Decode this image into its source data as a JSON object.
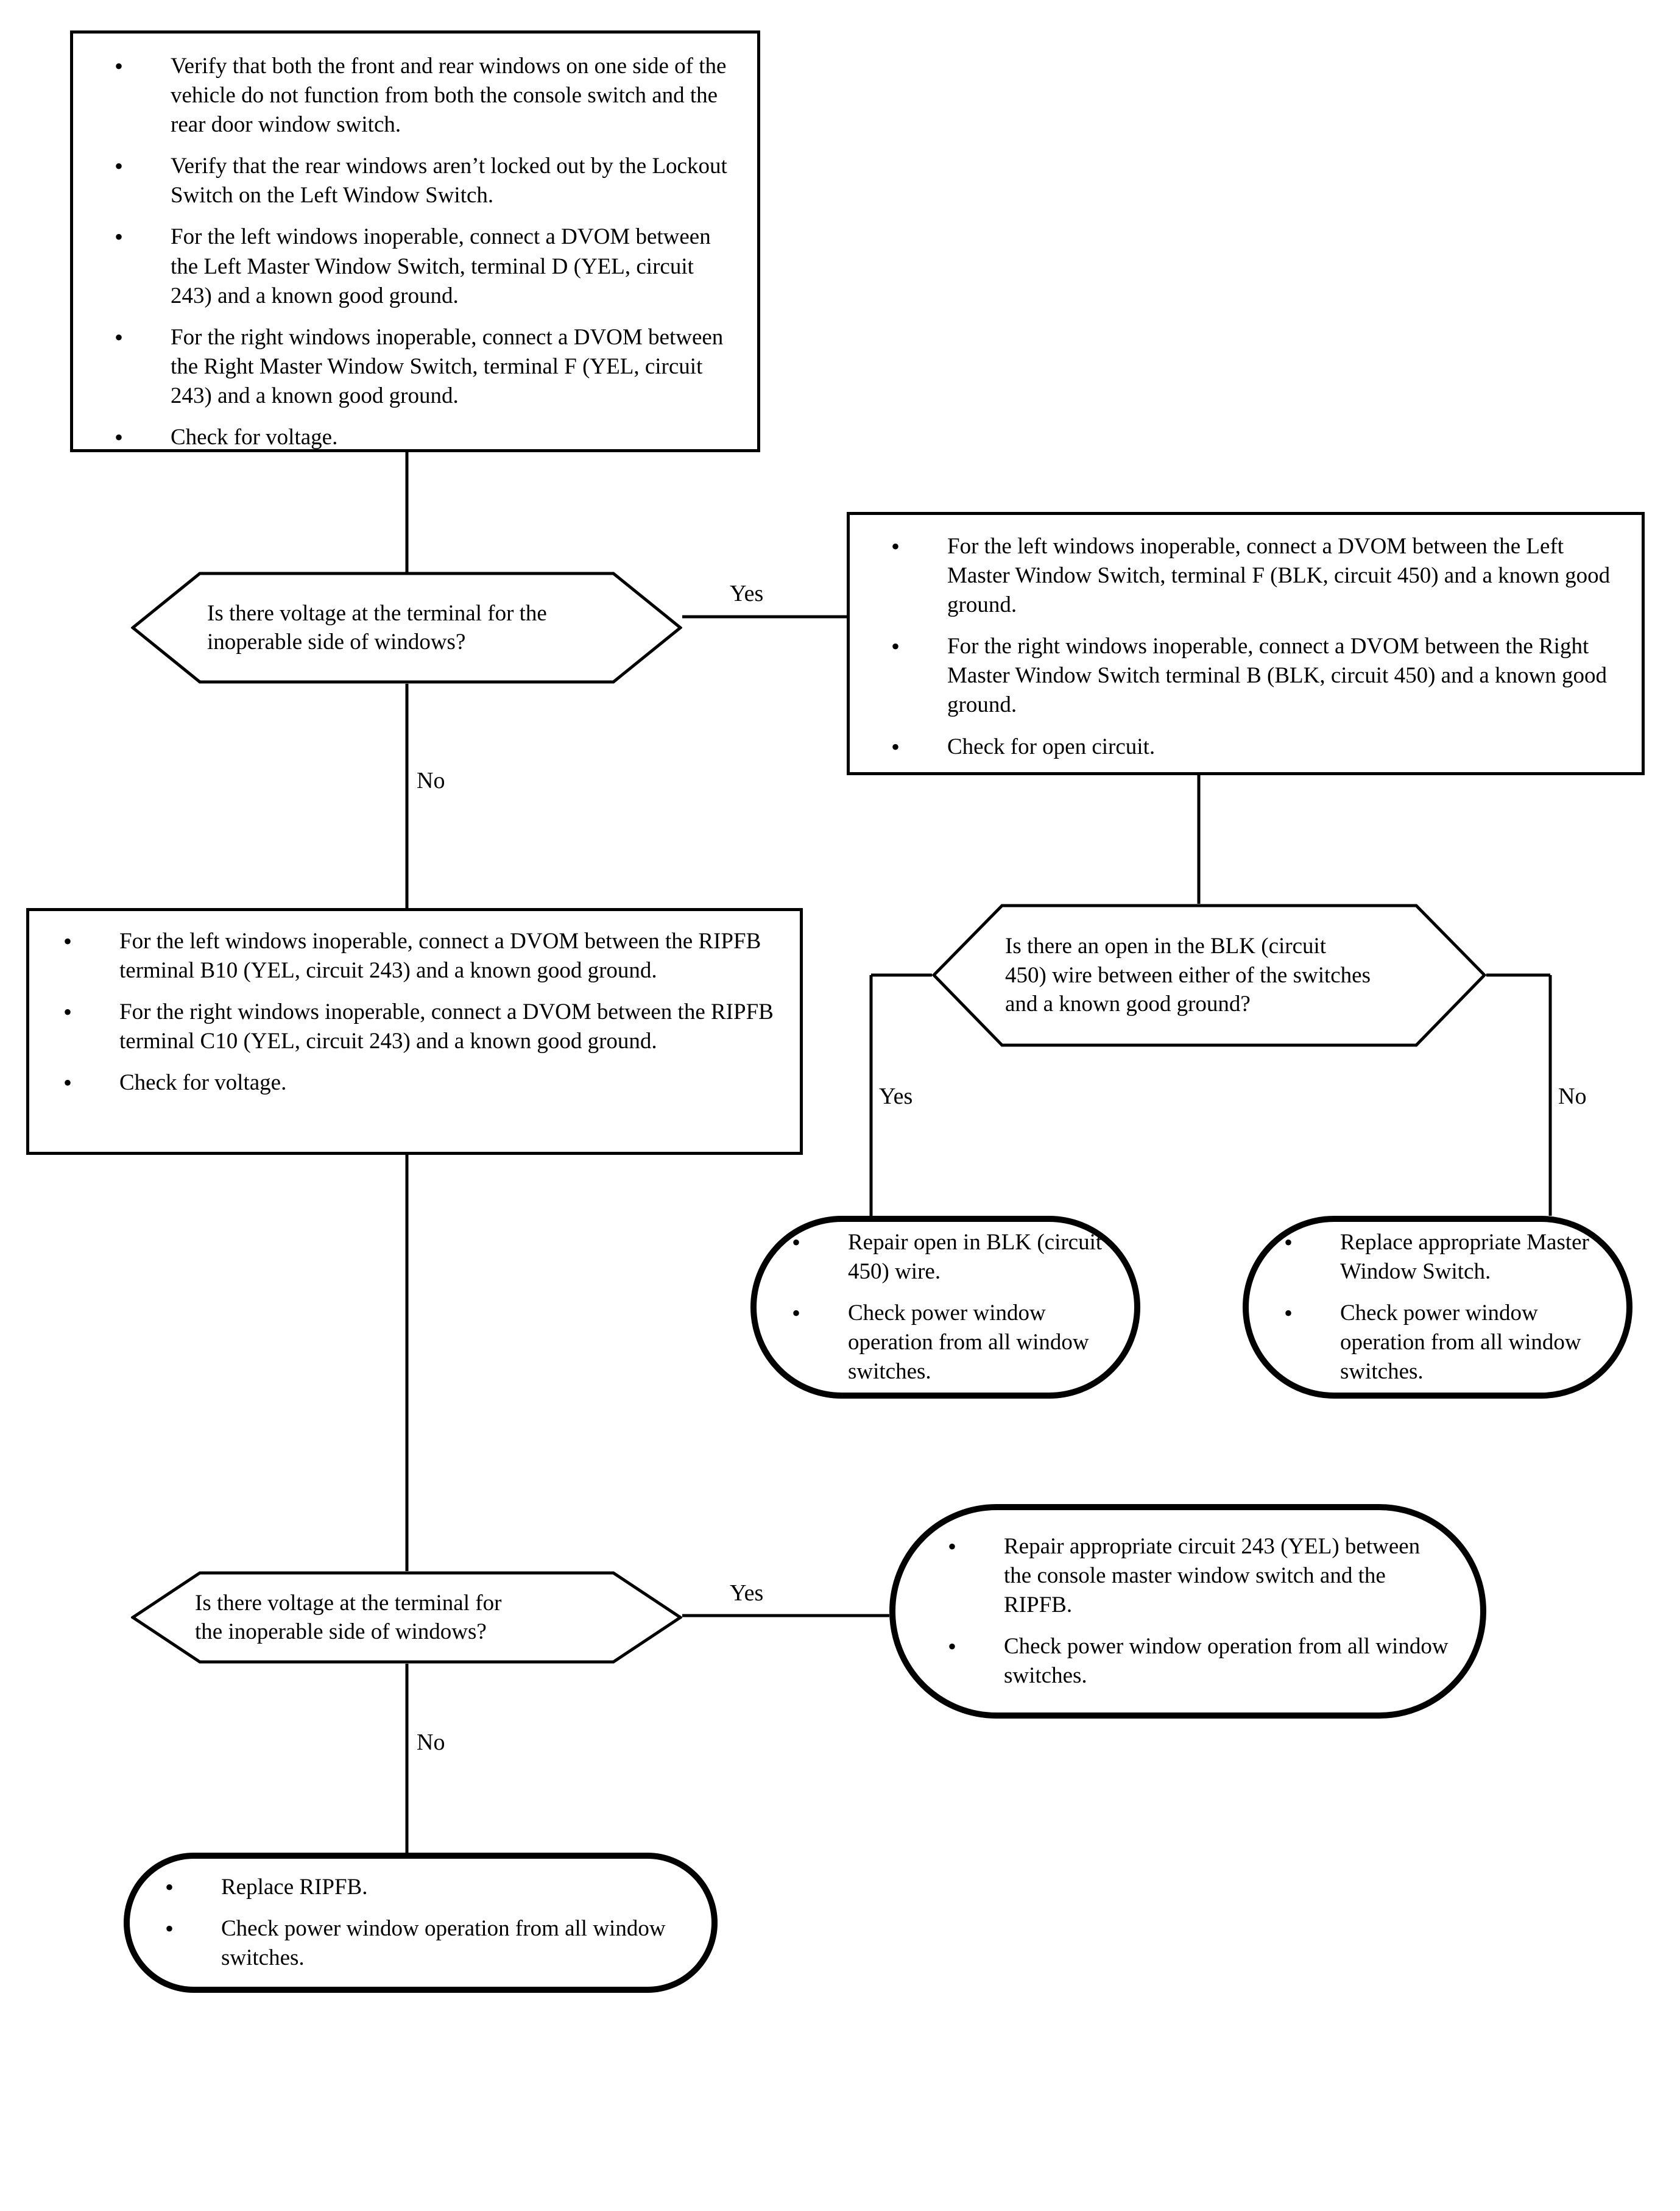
{
  "diagram": {
    "title": "Power Window Diagnostic Flowchart",
    "type": "flowchart",
    "nodes": {
      "start_checks": {
        "shape": "process-box",
        "items": [
          "Verify that both the front and rear windows on one side of the vehicle do not function from both the console switch and the rear door window switch.",
          "Verify that the rear windows aren’t locked out by the Lockout Switch on the Left Window Switch.",
          "For the left windows inoperable, connect a DVOM between the Left Master Window Switch, terminal D (YEL, circuit 243) and a known good ground.",
          "For the right windows inoperable, connect a DVOM between the Right Master Window Switch, terminal F (YEL, circuit 243) and a known good ground.",
          "Check for voltage."
        ]
      },
      "decision_voltage_1": {
        "shape": "decision-hexagon",
        "lines": [
          "Is there voltage at the terminal for the",
          "inoperable side of windows?"
        ],
        "yes_label": "Yes",
        "no_label": "No"
      },
      "blk_ground_checks": {
        "shape": "process-box",
        "items": [
          "For the left windows inoperable, connect a DVOM between the Left Master Window Switch, terminal F (BLK, circuit 450) and a known good ground.",
          "For the right windows inoperable, connect a DVOM between the Right Master Window Switch terminal B (BLK, circuit 450) and a known good ground.",
          "Check for open circuit."
        ]
      },
      "ripfb_checks": {
        "shape": "process-box",
        "items": [
          "For the left windows inoperable, connect a DVOM between the RIPFB terminal B10 (YEL, circuit 243) and a known good ground.",
          "For the right windows inoperable, connect a DVOM between the RIPFB terminal C10 (YEL, circuit 243) and a known good ground.",
          "Check for voltage."
        ]
      },
      "decision_open_blk": {
        "shape": "decision-hexagon",
        "lines": [
          "Is there an open in the BLK (circuit",
          "450) wire between either of the switches",
          "and a known good ground?"
        ],
        "yes_label": "Yes",
        "no_label": "No"
      },
      "repair_blk": {
        "shape": "terminator-pill",
        "items": [
          "Repair open in BLK (circuit 450) wire.",
          "Check power window operation from all window switches."
        ]
      },
      "replace_master_switch": {
        "shape": "terminator-pill",
        "items": [
          "Replace appropriate Master Window Switch.",
          "Check power window operation from all window switches."
        ]
      },
      "decision_voltage_2": {
        "shape": "decision-hexagon",
        "lines": [
          "Is there voltage at the terminal for",
          "the inoperable side of windows?"
        ],
        "yes_label": "Yes",
        "no_label": "No"
      },
      "repair_243": {
        "shape": "terminator-pill",
        "items": [
          "Repair appropriate circuit 243 (YEL) between the console master window switch and the RIPFB.",
          "Check power window operation from all window switches."
        ]
      },
      "replace_ripfb": {
        "shape": "terminator-pill",
        "items": [
          "Replace RIPFB.",
          "Check power window operation from all window switches."
        ]
      }
    },
    "colors": {
      "line": "#000000",
      "background": "#ffffff",
      "text": "#000000"
    }
  }
}
